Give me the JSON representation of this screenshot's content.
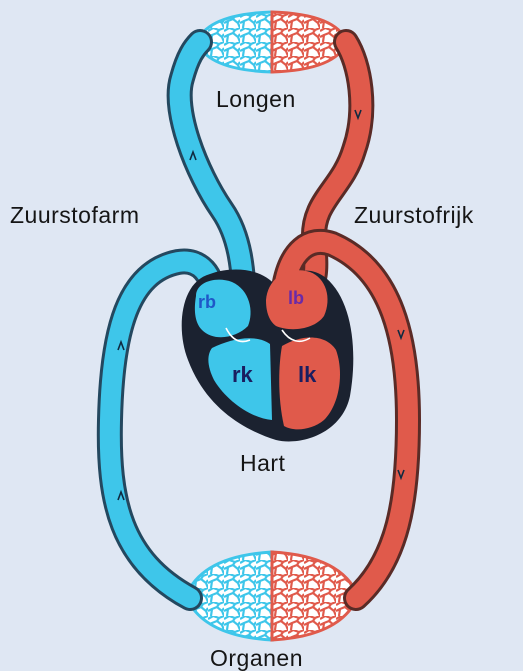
{
  "labels": {
    "lungs": "Longen",
    "oxygen_poor": "Zuurstofarm",
    "oxygen_rich": "Zuurstofrijk",
    "heart": "Hart",
    "organs": "Organen"
  },
  "heart_chambers": {
    "right_atrium": "rb",
    "left_atrium": "lb",
    "right_ventricle": "rk",
    "left_ventricle": "lk"
  },
  "colors": {
    "background": "#dfe7f3",
    "oxygen_poor_blood": "#3ec6ea",
    "oxygen_rich_blood": "#e05a4b",
    "heart_wall": "#1b2230",
    "chamber_text_blue": "#1f57c8",
    "chamber_text_dark": "#1a1e60",
    "chamber_text_red_atrium": "#6a2aa8"
  }
}
